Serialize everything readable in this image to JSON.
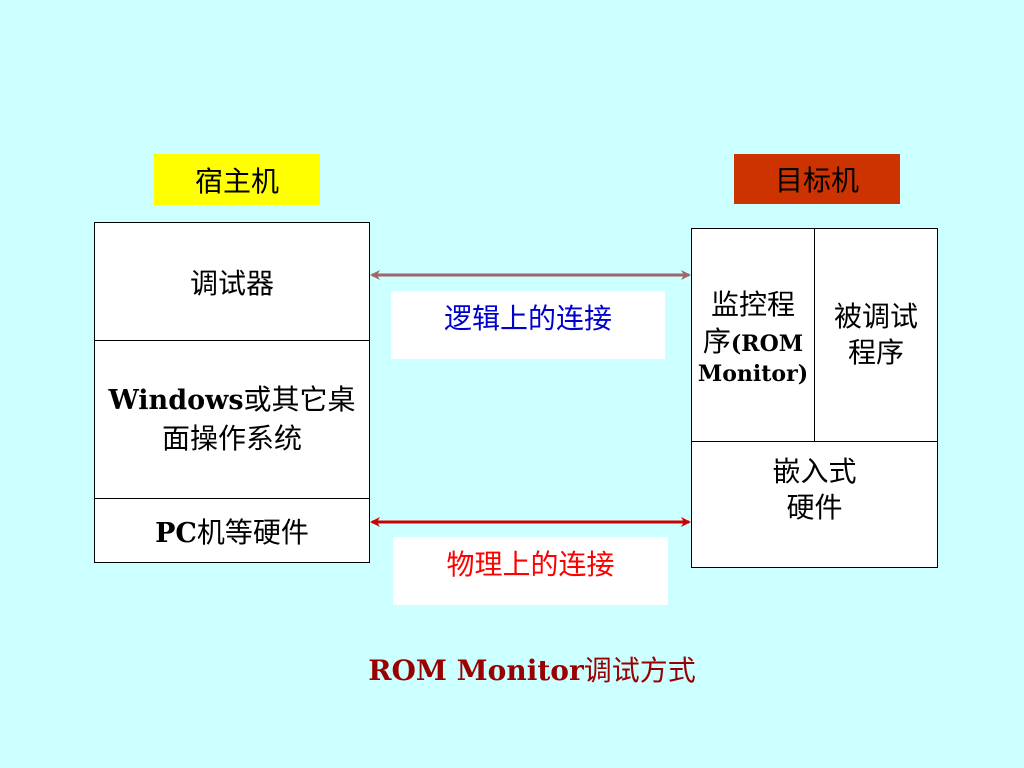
{
  "host_label": "宿主机",
  "target_label": "目标机",
  "host": {
    "debugger": "调试器",
    "os_latin": "Windows",
    "os_line1_rest": "或其它桌",
    "os_line2": "面操作系统",
    "hw_latin": "PC",
    "hw_rest": "机等硬件"
  },
  "target": {
    "monitor_line1": "监控程",
    "monitor_line2_cjk": "序",
    "monitor_line2_latin": "(ROM",
    "monitor_line3": "Monitor)",
    "program_line1": "被调试",
    "program_line2": "程序",
    "hw_line1": "嵌入式",
    "hw_line2": "硬件"
  },
  "connections": {
    "logical": "逻辑上的连接",
    "physical": "物理上的连接"
  },
  "caption": {
    "latin": "ROM Monitor",
    "cjk": "调试方式"
  },
  "colors": {
    "background": "#ccffff",
    "host_label_bg": "#ffff00",
    "target_label_bg": "#cc3300",
    "logical_arrow": "#a0666a",
    "physical_arrow": "#cc0000",
    "logical_text": "#0000cc",
    "physical_text": "#ff0000",
    "caption_text": "#990000"
  }
}
